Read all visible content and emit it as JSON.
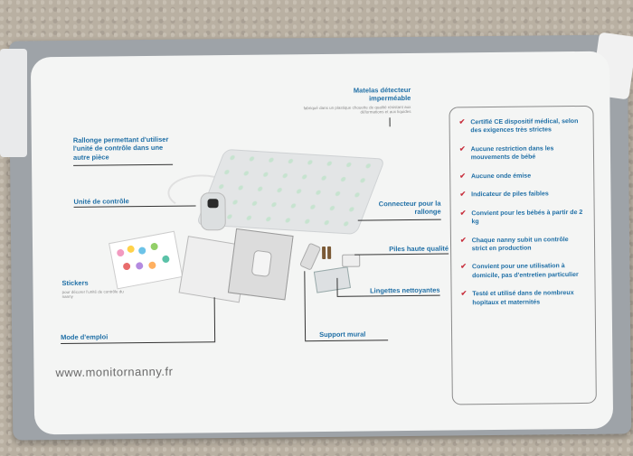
{
  "labels": {
    "matelas_title": "Matelas détecteur imperméable",
    "matelas_sub": "fabriqué dans un plastique chouette de qualité résistant aux déformations et aux liquides",
    "rallonge": "Rallonge permettant d'utiliser l'unité de contrôle dans une autre pièce",
    "unite": "Unité de contrôle",
    "connecteur": "Connecteur pour la rallonge",
    "piles": "Piles haute qualité",
    "stickers": "Stickers",
    "stickers_sub": "pour décorer l'unité de contrôle du nanny",
    "lingettes": "Lingettes nettoyantes",
    "mode": "Mode d'emploi",
    "support": "Support mural"
  },
  "features": [
    "Certifié CE dispositif médical, selon des exigences très strictes",
    "Aucune restriction dans les mouvements de bébé",
    "Aucune onde émise",
    "Indicateur de piles faibles",
    "Convient pour les bébés à partir de 2 kg",
    "Chaque nanny subit un contrôle strict en production",
    "Convient pour une utilisation à domicile, pas d'entretien particulier",
    "Testé et utilisé dans de nombreux hopitaux et maternités"
  ],
  "check_icon": "check-mark",
  "website": "www.monitornanny.fr",
  "colors": {
    "label_blue": "#1f6fa6",
    "check_red": "#c72d3b"
  }
}
